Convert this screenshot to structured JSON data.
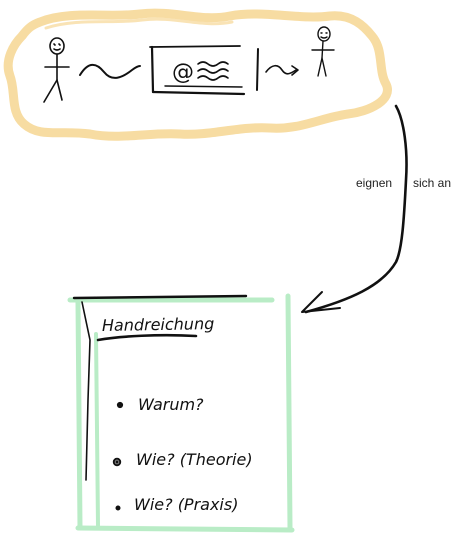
{
  "arrow_label": {
    "left": "eignen",
    "right": "sich an"
  },
  "card": {
    "title": "Handreichung",
    "items": [
      "Warum?",
      "Wie? (Theorie)",
      "Wie? (Praxis)"
    ]
  },
  "colors": {
    "highlight_cloud": "#f7dca2",
    "card_border": "#b9ecc6",
    "ink": "#111111"
  }
}
